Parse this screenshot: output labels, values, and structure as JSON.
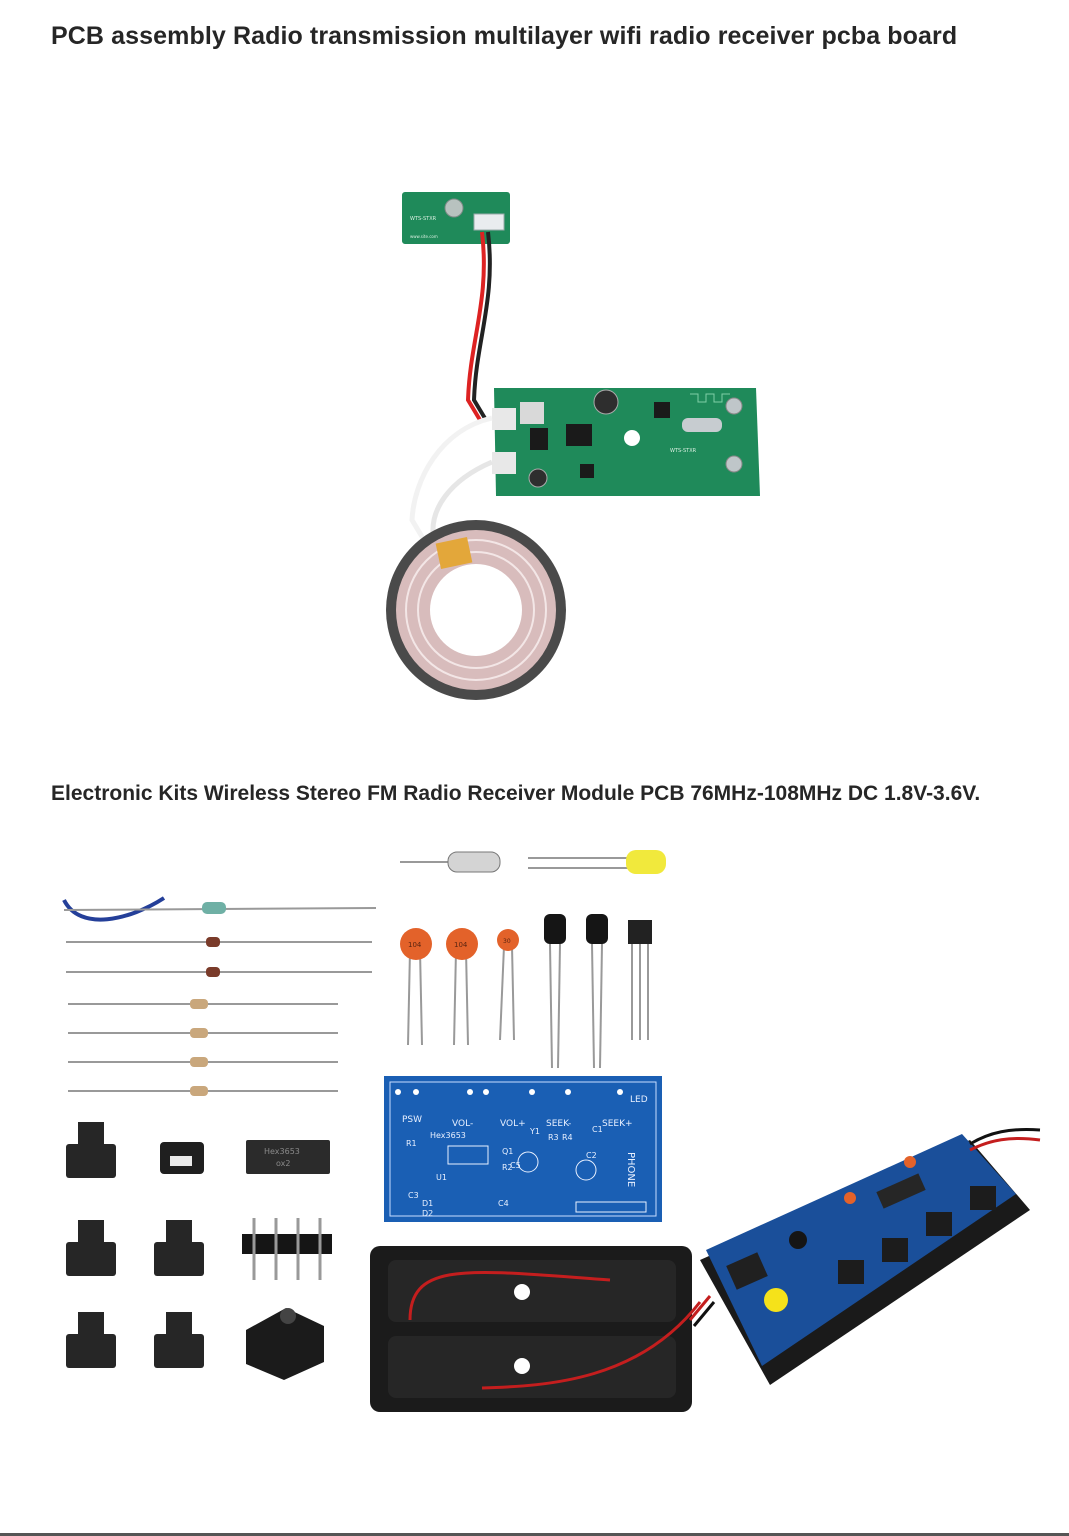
{
  "document": {
    "title": "PCB assembly Radio transmission multilayer wifi radio receiver pcba board",
    "section2_title": "Electronic Kits Wireless Stereo FM Radio Receiver Module PCB 76MHz-108MHz DC 1.8V-3.6V."
  },
  "colors": {
    "green_pcb": "#1f8a5a",
    "blue_pcb": "#1a5fb4",
    "coil": "#c9a7a7",
    "battery_holder": "#1b1b1b"
  },
  "board_labels": {
    "blue_pcb": [
      "PSW",
      "VOL-",
      "VOL+",
      "SEEK-",
      "SEEK+",
      "LED",
      "PHONE",
      "Hex3653",
      "R1",
      "R2",
      "R3",
      "R4",
      "C1",
      "C2",
      "C3",
      "C4",
      "C5",
      "Y1",
      "Q1",
      "U1",
      "D1",
      "D2"
    ],
    "ic_marking": [
      "Hex3653",
      "ox2"
    ],
    "capacitor_codes": [
      "104",
      "104",
      "30"
    ]
  }
}
